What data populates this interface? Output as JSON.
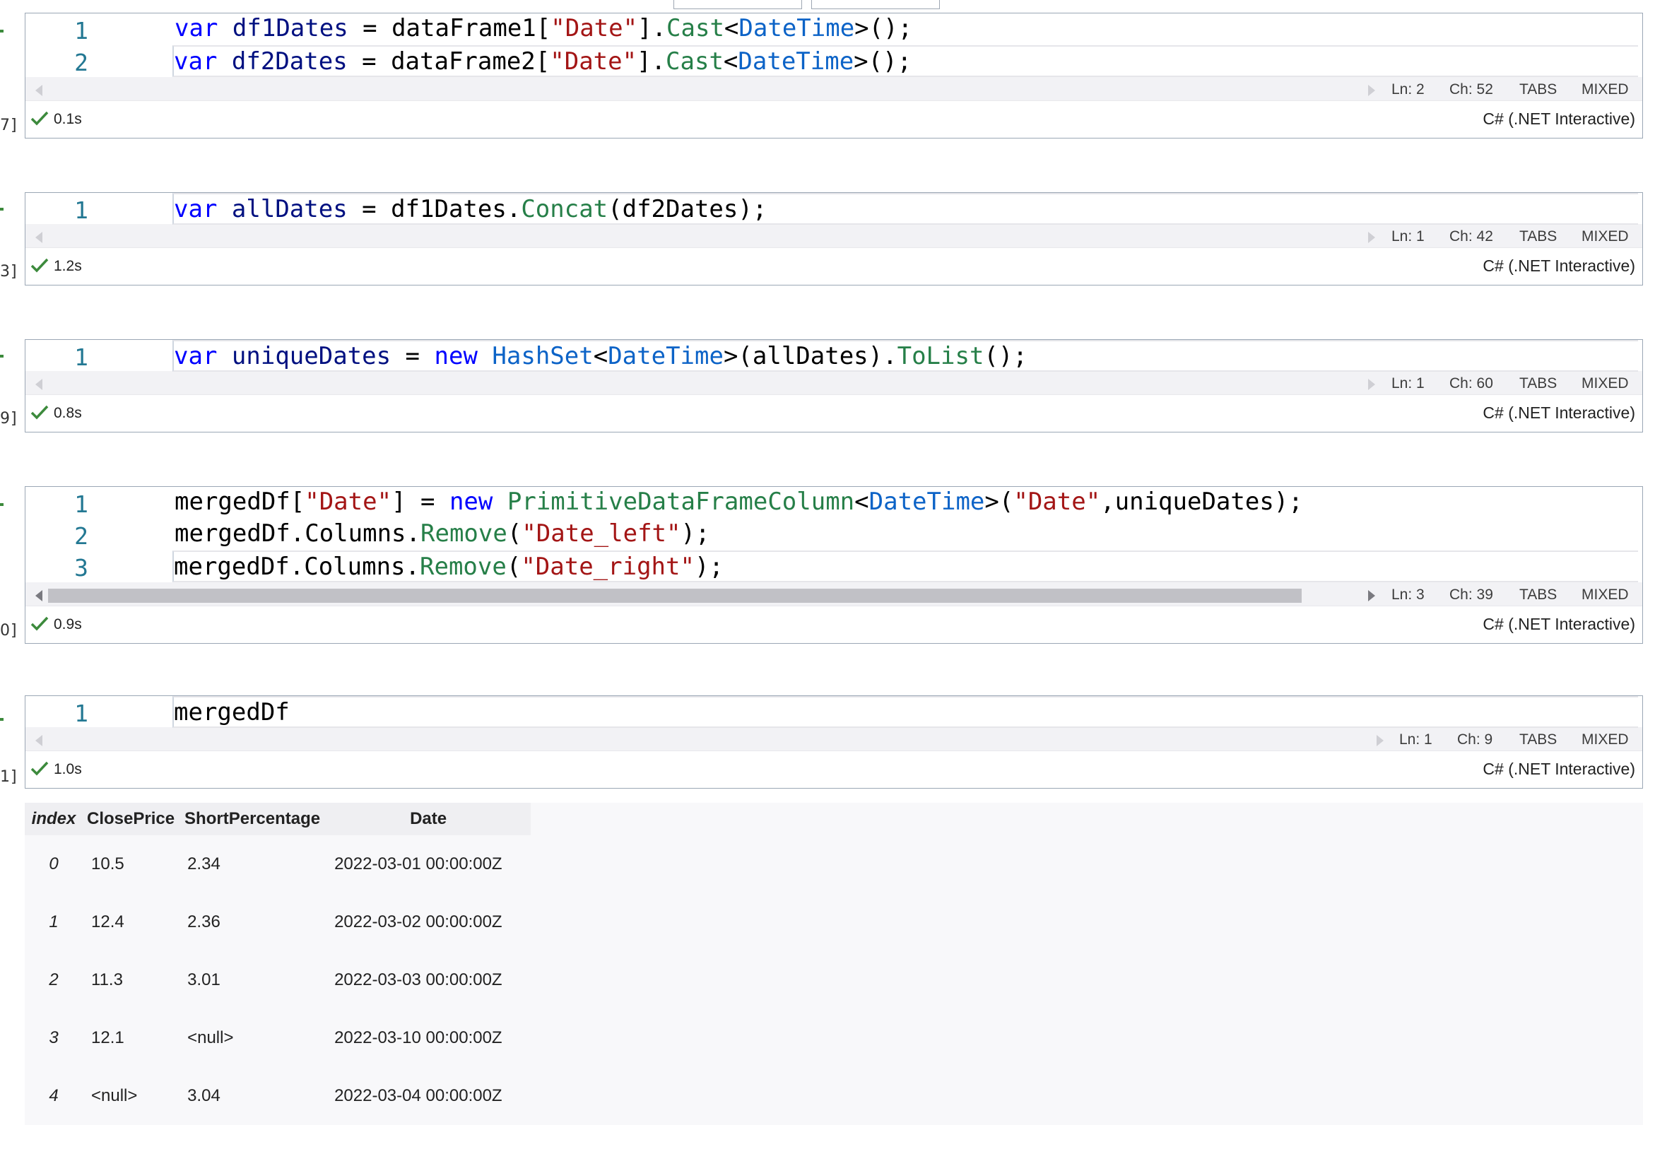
{
  "colors": {
    "keyword": "#0000ff",
    "variable": "#001080",
    "string": "#a31515",
    "method": "#267f48",
    "type": "#0c63c7",
    "line_number": "#237893",
    "success_check": "#3c8a3c"
  },
  "icons": {
    "success": "check-icon",
    "scroll_left": "triangle-left-icon",
    "scroll_right": "triangle-right-icon"
  },
  "gutter_labels": [
    "7]",
    "3]",
    "9]",
    "0]",
    "1]"
  ],
  "cells": [
    {
      "lines": [
        {
          "num": "1",
          "tokens": [
            [
              "kw",
              "var"
            ],
            [
              "plain",
              " "
            ],
            [
              "var",
              "df1Dates"
            ],
            [
              "plain",
              " = dataFrame1["
            ],
            [
              "str",
              "\"Date\""
            ],
            [
              "plain",
              "]."
            ],
            [
              "method",
              "Cast"
            ],
            [
              "plain",
              "<"
            ],
            [
              "type",
              "DateTime"
            ],
            [
              "plain",
              ">();"
            ]
          ]
        },
        {
          "num": "2",
          "tokens": [
            [
              "kw",
              "var"
            ],
            [
              "plain",
              " "
            ],
            [
              "var",
              "df2Dates"
            ],
            [
              "plain",
              " = dataFrame2["
            ],
            [
              "str",
              "\"Date\""
            ],
            [
              "plain",
              "]."
            ],
            [
              "method",
              "Cast"
            ],
            [
              "plain",
              "<"
            ],
            [
              "type",
              "DateTime"
            ],
            [
              "plain",
              ">();"
            ]
          ]
        }
      ],
      "status": {
        "ln": "Ln: 2",
        "ch": "Ch: 52",
        "tabs": "TABS",
        "mixed": "MIXED"
      },
      "duration": "0.1s",
      "kernel": "C# (.NET Interactive)"
    },
    {
      "lines": [
        {
          "num": "1",
          "tokens": [
            [
              "kw",
              "var"
            ],
            [
              "plain",
              " "
            ],
            [
              "var",
              "allDates"
            ],
            [
              "plain",
              " = df1Dates."
            ],
            [
              "method",
              "Concat"
            ],
            [
              "plain",
              "(df2Dates);"
            ]
          ]
        }
      ],
      "status": {
        "ln": "Ln: 1",
        "ch": "Ch: 42",
        "tabs": "TABS",
        "mixed": "MIXED"
      },
      "duration": "1.2s",
      "kernel": "C# (.NET Interactive)"
    },
    {
      "lines": [
        {
          "num": "1",
          "tokens": [
            [
              "kw",
              "var"
            ],
            [
              "plain",
              " "
            ],
            [
              "var",
              "uniqueDates"
            ],
            [
              "plain",
              " = "
            ],
            [
              "kw",
              "new"
            ],
            [
              "plain",
              " "
            ],
            [
              "type",
              "HashSet"
            ],
            [
              "plain",
              "<"
            ],
            [
              "type",
              "DateTime"
            ],
            [
              "plain",
              ">(allDates)."
            ],
            [
              "method",
              "ToList"
            ],
            [
              "plain",
              "();"
            ]
          ]
        }
      ],
      "status": {
        "ln": "Ln: 1",
        "ch": "Ch: 60",
        "tabs": "TABS",
        "mixed": "MIXED"
      },
      "duration": "0.8s",
      "kernel": "C# (.NET Interactive)"
    },
    {
      "lines": [
        {
          "num": "1",
          "tokens": [
            [
              "plain",
              "mergedDf["
            ],
            [
              "str",
              "\"Date\""
            ],
            [
              "plain",
              "] = "
            ],
            [
              "kw",
              "new"
            ],
            [
              "plain",
              " "
            ],
            [
              "method",
              "PrimitiveDataFrameColumn"
            ],
            [
              "plain",
              "<"
            ],
            [
              "type",
              "DateTime"
            ],
            [
              "plain",
              ">("
            ],
            [
              "str",
              "\"Date\""
            ],
            [
              "plain",
              ",uniqueDates);"
            ]
          ]
        },
        {
          "num": "2",
          "tokens": [
            [
              "plain",
              "mergedDf.Columns."
            ],
            [
              "method",
              "Remove"
            ],
            [
              "plain",
              "("
            ],
            [
              "str",
              "\"Date_left\""
            ],
            [
              "plain",
              ");"
            ]
          ]
        },
        {
          "num": "3",
          "tokens": [
            [
              "plain",
              "mergedDf.Columns."
            ],
            [
              "method",
              "Remove"
            ],
            [
              "plain",
              "("
            ],
            [
              "str",
              "\"Date_right\""
            ],
            [
              "plain",
              ");"
            ]
          ]
        }
      ],
      "status": {
        "ln": "Ln: 3",
        "ch": "Ch: 39",
        "tabs": "TABS",
        "mixed": "MIXED"
      },
      "duration": "0.9s",
      "kernel": "C# (.NET Interactive)"
    },
    {
      "lines": [
        {
          "num": "1",
          "tokens": [
            [
              "plain",
              "mergedDf"
            ]
          ]
        }
      ],
      "status": {
        "ln": "Ln: 1",
        "ch": "Ch: 9",
        "tabs": "TABS",
        "mixed": "MIXED"
      },
      "duration": "1.0s",
      "kernel": "C# (.NET Interactive)"
    }
  ],
  "output_table": {
    "columns": [
      "index",
      "ClosePrice",
      "ShortPercentage",
      "Date"
    ],
    "rows": [
      [
        "0",
        "10.5",
        "2.34",
        "2022-03-01 00:00:00Z"
      ],
      [
        "1",
        "12.4",
        "2.36",
        "2022-03-02 00:00:00Z"
      ],
      [
        "2",
        "11.3",
        "3.01",
        "2022-03-03 00:00:00Z"
      ],
      [
        "3",
        "12.1",
        "<null>",
        "2022-03-10 00:00:00Z"
      ],
      [
        "4",
        "<null>",
        "3.04",
        "2022-03-04 00:00:00Z"
      ]
    ]
  }
}
